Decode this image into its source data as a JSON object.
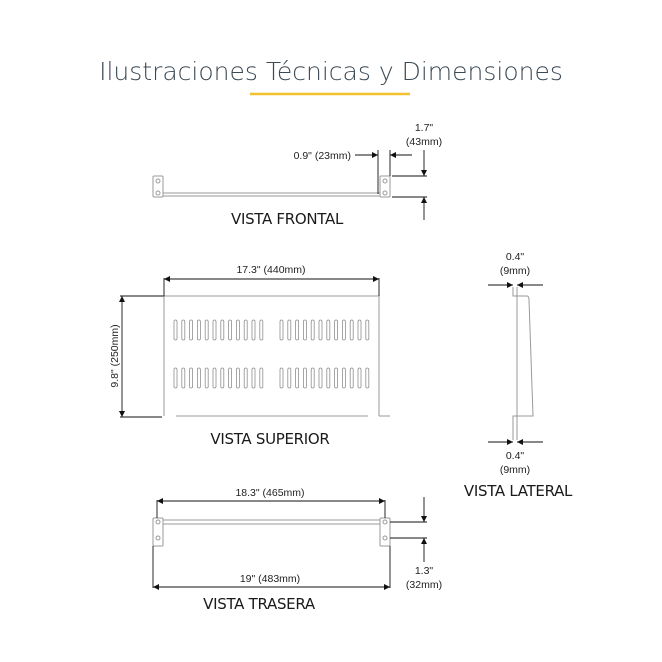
{
  "title": "Ilustraciones Técnicas y Dimensiones",
  "accent_color": "#f2c12e",
  "views": {
    "front": {
      "label": "VISTA FRONTAL",
      "dim_inset": "0.9\" (23mm)",
      "dim_height_in": "1.7\"",
      "dim_height_mm": "(43mm)"
    },
    "top": {
      "label": "VISTA SUPERIOR",
      "dim_width": "17.3\" (440mm)",
      "dim_depth": "9.8\" (250mm)"
    },
    "side": {
      "label": "VISTA LATERAL",
      "dim_top_in": "0.4\"",
      "dim_top_mm": "(9mm)",
      "dim_bottom_in": "0.4\"",
      "dim_bottom_mm": "(9mm)"
    },
    "rear": {
      "label": "VISTA TRASERA",
      "dim_inner": "18.3\" (465mm)",
      "dim_outer": "19\" (483mm)",
      "dim_height_in": "1.3\"",
      "dim_height_mm": "(32mm)"
    }
  }
}
